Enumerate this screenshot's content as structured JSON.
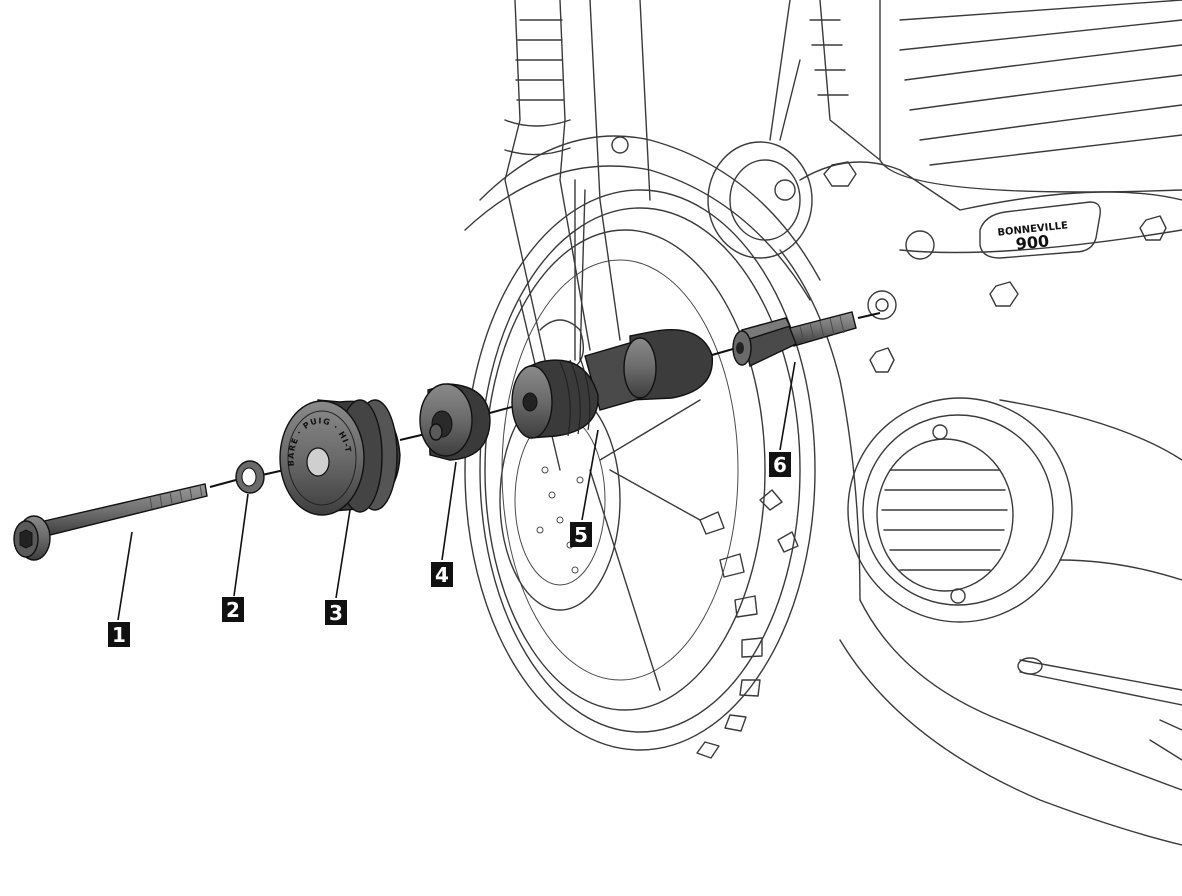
{
  "plate": {
    "line1": "BONNEVILLE",
    "line2": "900"
  },
  "embossing": "BARE · PUIG · HI-TECH PARTS ·",
  "callouts": [
    {
      "id": "1",
      "label": "1"
    },
    {
      "id": "2",
      "label": "2"
    },
    {
      "id": "3",
      "label": "3"
    },
    {
      "id": "4",
      "label": "4"
    },
    {
      "id": "5",
      "label": "5"
    },
    {
      "id": "6",
      "label": "6"
    }
  ],
  "colors": {
    "line": "#3a3a3a",
    "part_fill": "#6e6e6e",
    "part_dark": "#4a4a4a",
    "callout": "#111111"
  }
}
